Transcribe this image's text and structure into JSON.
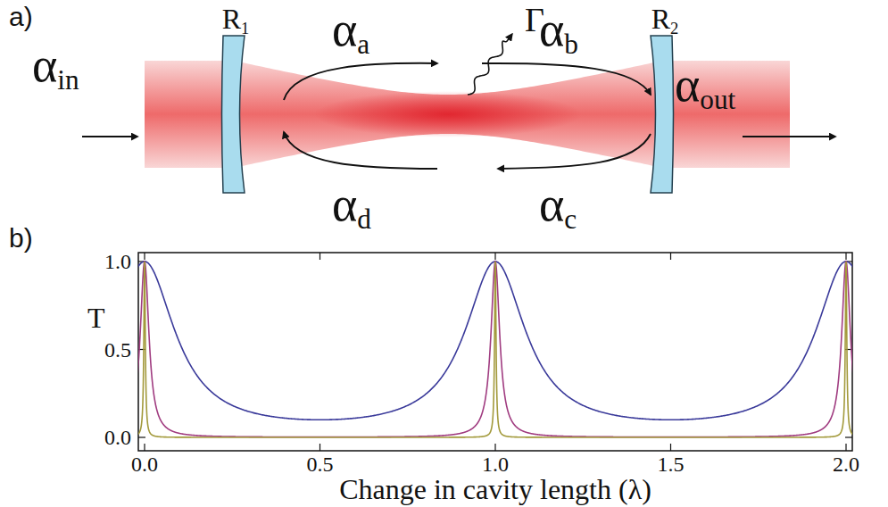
{
  "diagram": {
    "nodes": [
      {
        "text": [
          "R1"
        ]
      },
      {
        "text": [
          "R2"
        ]
      }
    ],
    "labels": [
      "a)",
      "αin",
      "αa",
      "Γ",
      "αb",
      "αout",
      "αd",
      "αc",
      "b)",
      "1.0",
      "0.5",
      "0.0",
      "T",
      "0.0",
      "0.5",
      "1.0",
      "1.5",
      "2.0",
      "Change in cavity length (λ)"
    ]
  }
}
